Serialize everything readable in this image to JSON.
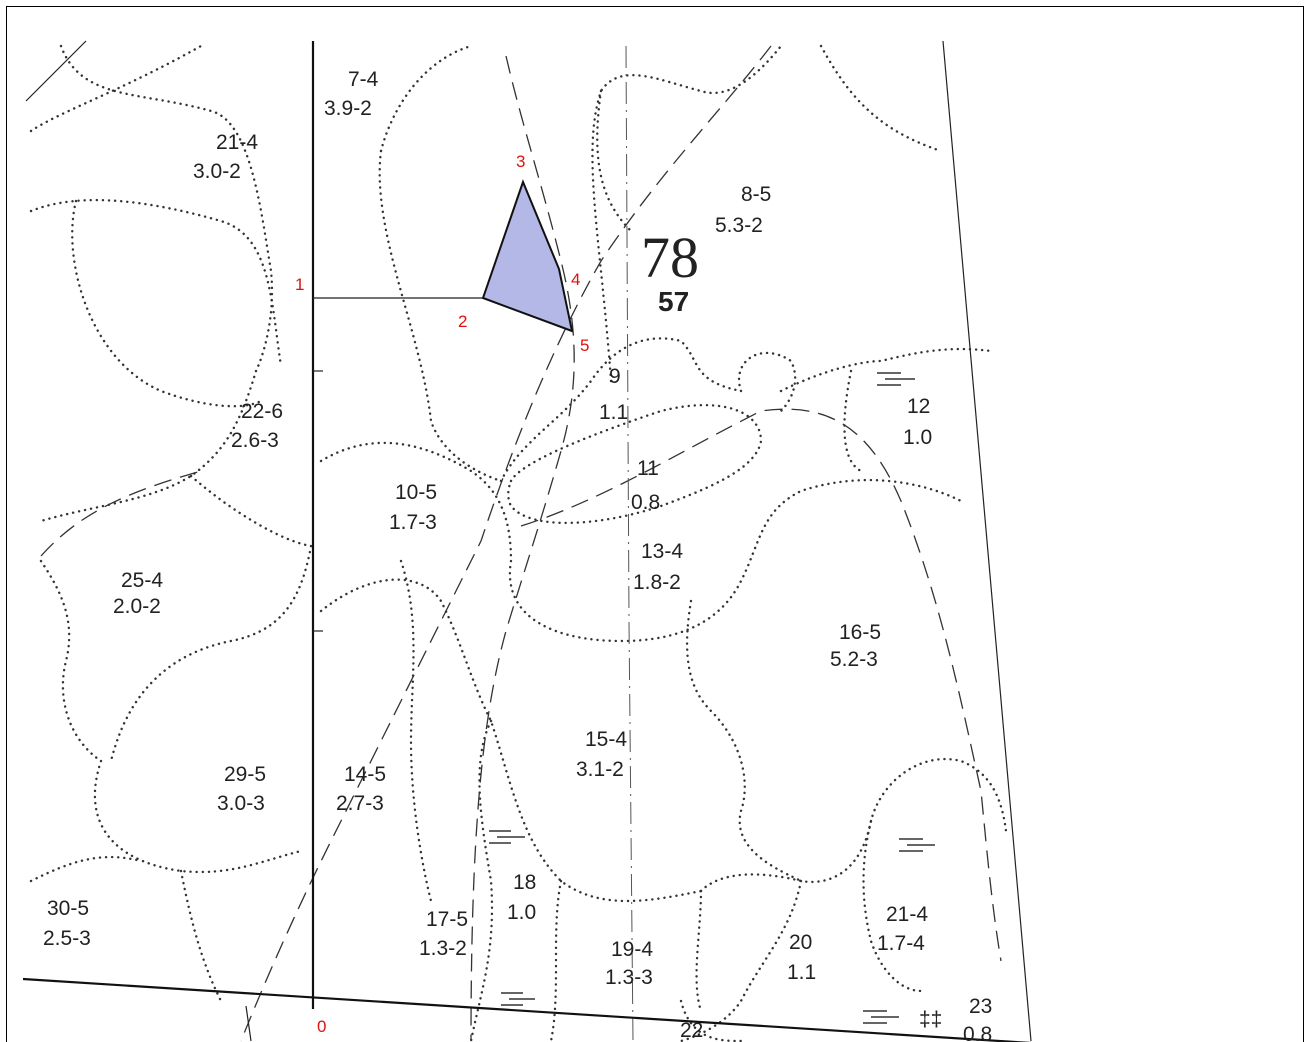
{
  "quarter": {
    "number": "78",
    "area": "57"
  },
  "plots": [
    {
      "id": "7-4",
      "sub": "3.9-2"
    },
    {
      "id": "21-4",
      "sub": "3.0-2"
    },
    {
      "id": "8-5",
      "sub": "5.3-2"
    },
    {
      "id": "9",
      "sub": "1.1"
    },
    {
      "id": "12",
      "sub": "1.0"
    },
    {
      "id": "22-6",
      "sub": "2.6-3"
    },
    {
      "id": "10-5",
      "sub": "1.7-3"
    },
    {
      "id": "11",
      "sub": "0.8"
    },
    {
      "id": "13-4",
      "sub": "1.8-2"
    },
    {
      "id": "25-4",
      "sub": "2.0-2"
    },
    {
      "id": "16-5",
      "sub": "5.2-3"
    },
    {
      "id": "15-4",
      "sub": "3.1-2"
    },
    {
      "id": "29-5",
      "sub": "3.0-3"
    },
    {
      "id": "14-5",
      "sub": "2.7-3"
    },
    {
      "id": "18",
      "sub": "1.0"
    },
    {
      "id": "30-5",
      "sub": "2.5-3"
    },
    {
      "id": "17-5",
      "sub": "1.3-2"
    },
    {
      "id": "19-4",
      "sub": "1.3-3"
    },
    {
      "id": "20",
      "sub": "1.1"
    },
    {
      "id": "21-4",
      "sub": "1.7-4"
    },
    {
      "id": "23",
      "sub": "0.8"
    },
    {
      "id": "22",
      "sub": ""
    }
  ],
  "points": [
    "0",
    "1",
    "2",
    "3",
    "4",
    "5"
  ],
  "colors": {
    "polygon_fill": "#b4b8e6",
    "point_label": "#e01010",
    "ink": "#222222"
  }
}
